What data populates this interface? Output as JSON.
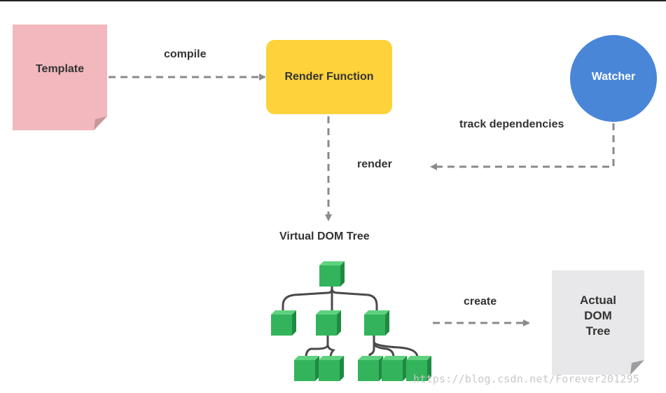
{
  "nodes": {
    "template": {
      "label": "Template",
      "color": "#f2b8bd",
      "fold": "#c9979b"
    },
    "render_function": {
      "label": "Render Function",
      "color": "#fdd23a"
    },
    "watcher": {
      "label": "Watcher",
      "color": "#4a86d8"
    },
    "virtual_dom": {
      "label": "Virtual DOM Tree",
      "cube_color": "#33b45c"
    },
    "actual_dom": {
      "label_line1": "Actual",
      "label_line2": "DOM",
      "label_line3": "Tree",
      "color": "#e8e8ea",
      "fold": "#9d9d9d"
    }
  },
  "edges": {
    "compile": "compile",
    "track": "track dependencies",
    "render": "render",
    "create": "create"
  },
  "arrow_color": "#8a8a8a",
  "watermark": "https://blog.csdn.net/Forever201295"
}
